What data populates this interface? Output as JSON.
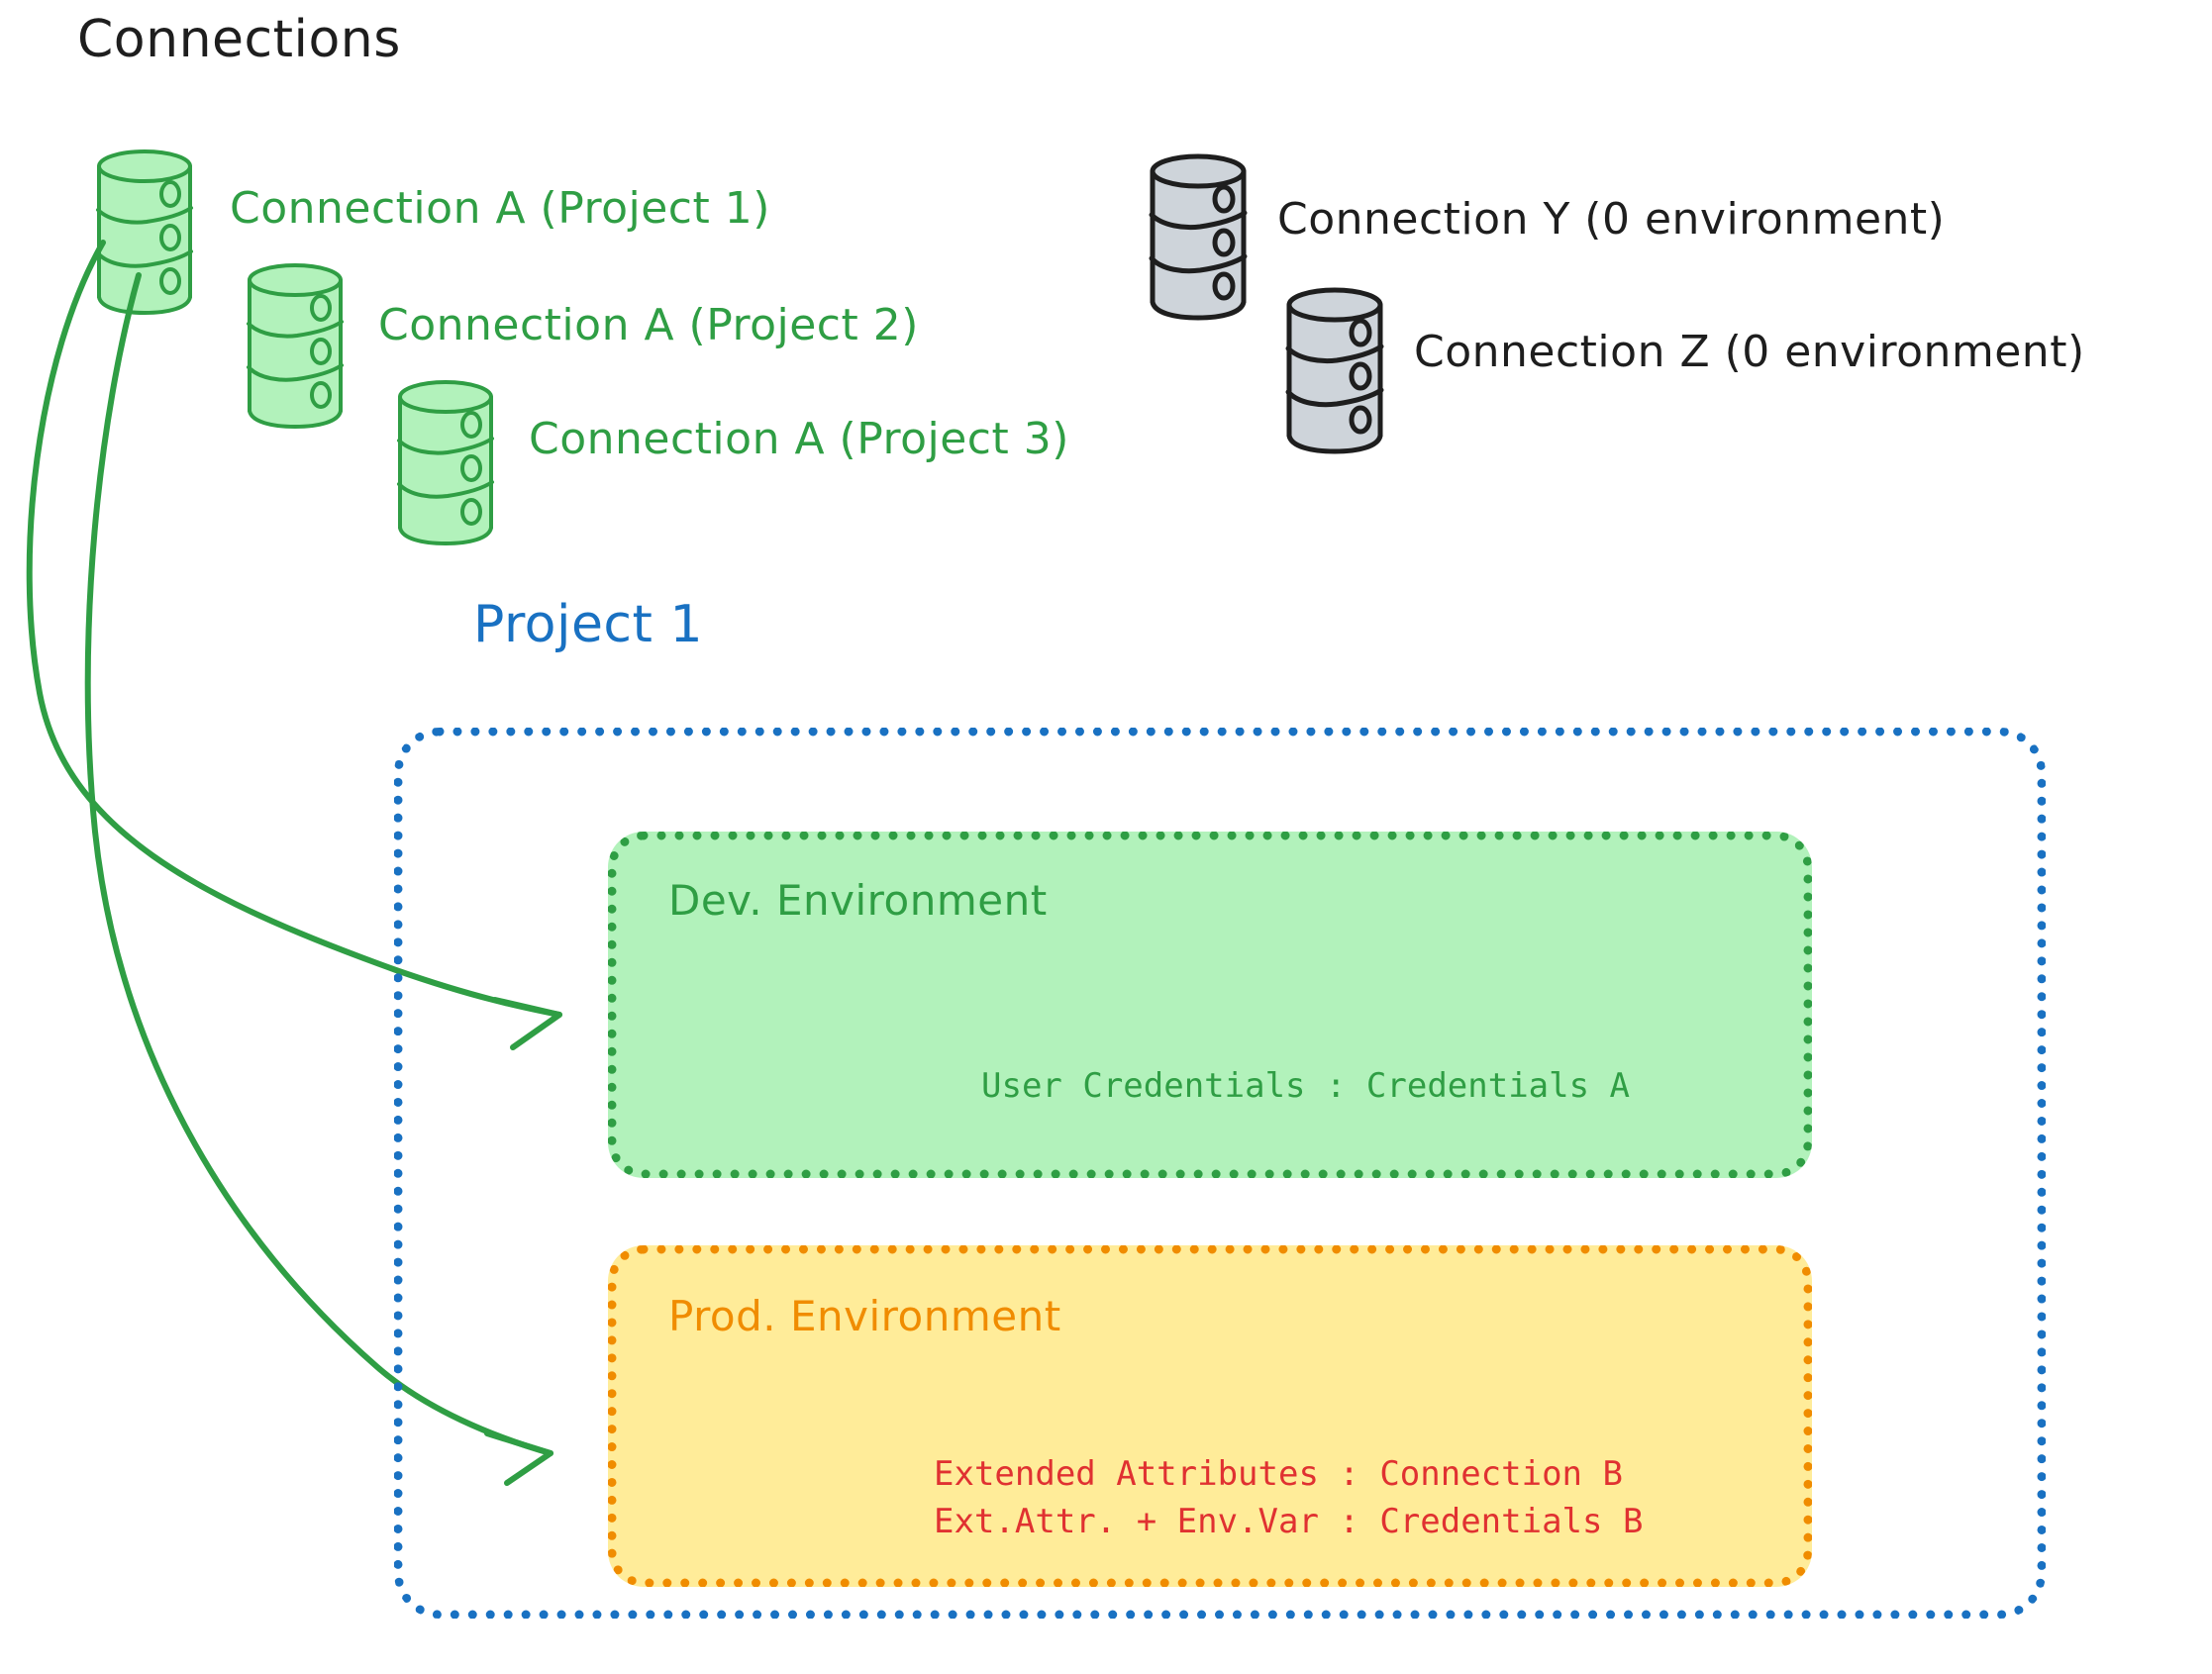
{
  "diagram": {
    "title": "Connections",
    "kind": "connections-environments-diagram"
  },
  "colors": {
    "green_stroke": "#2f9e44",
    "green_fill": "#b2f2bb",
    "gray_stroke": "#1e1e1e",
    "gray_fill": "#ced4da",
    "blue": "#1971c2",
    "orange_stroke": "#f08c00",
    "yellow_fill": "#ffec99",
    "red": "#e03131",
    "black": "#1e1e1e"
  },
  "connections": {
    "heading": "Connections",
    "green_items": [
      {
        "icon": "database-icon",
        "label": "Connection A (Project 1)"
      },
      {
        "icon": "database-icon",
        "label": "Connection A (Project 2)"
      },
      {
        "icon": "database-icon",
        "label": "Connection A (Project 3)"
      }
    ],
    "gray_items": [
      {
        "icon": "database-icon",
        "label": "Connection Y (0 environment)"
      },
      {
        "icon": "database-icon",
        "label": "Connection Z (0 environment)"
      }
    ]
  },
  "project": {
    "label": "Project 1",
    "environments": [
      {
        "name": "Dev. Environment",
        "accent": "#2f9e44",
        "fill": "#b2f2bb",
        "lines": [
          "User Credentials : Credentials A"
        ]
      },
      {
        "name": "Prod. Environment",
        "accent": "#f08c00",
        "fill": "#ffec99",
        "lines": [
          "Extended Attributes : Connection B",
          "Ext.Attr. + Env.Var : Credentials B"
        ]
      }
    ]
  },
  "arrows": [
    {
      "from": "Connection A (Project 1)",
      "to": "Dev. Environment",
      "color": "#2f9e44"
    },
    {
      "from": "Connection A (Project 1)",
      "to": "Prod. Environment",
      "color": "#2f9e44"
    }
  ]
}
